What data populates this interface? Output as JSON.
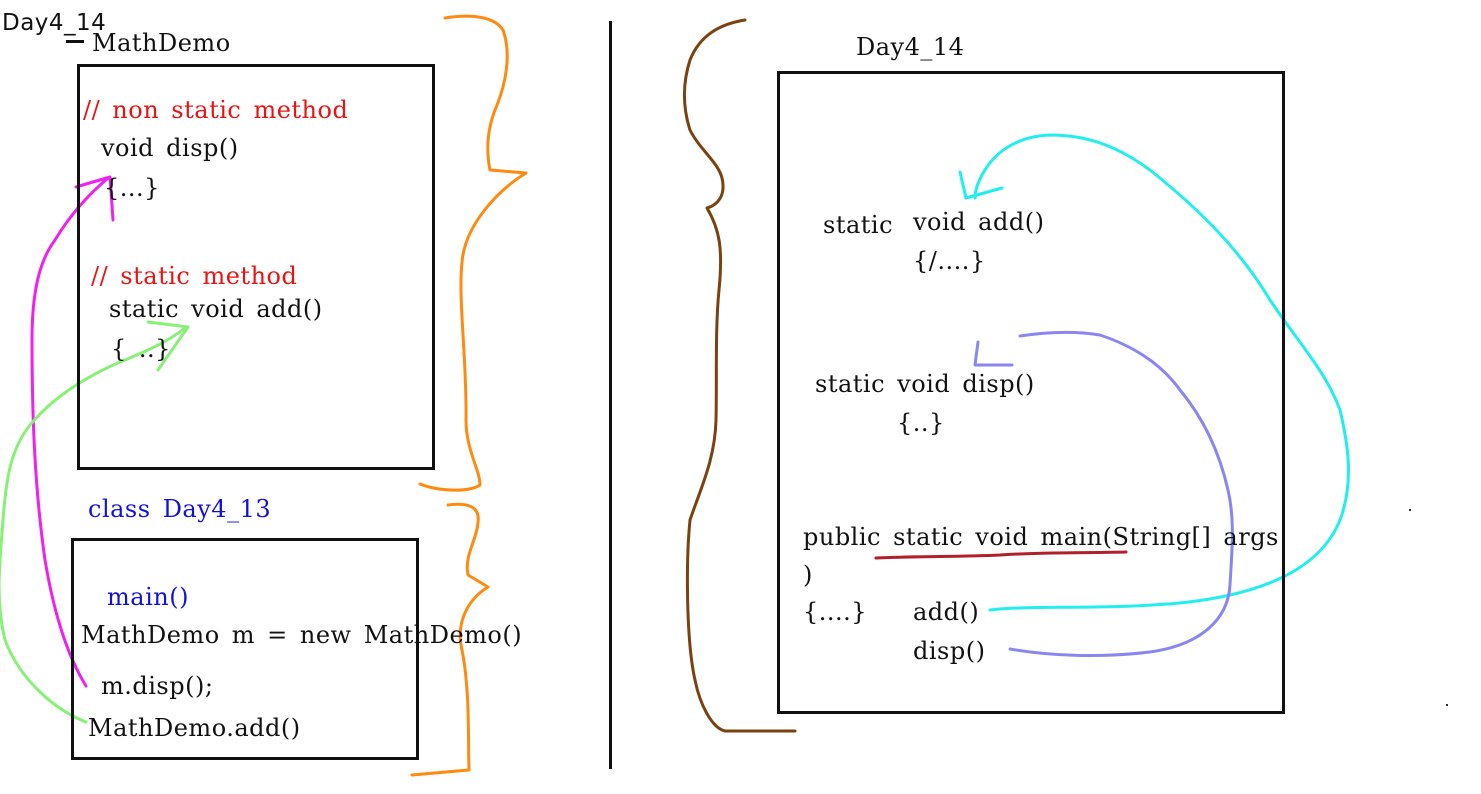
{
  "colors": {
    "ink": "#111111",
    "comment_red": "#ee1111",
    "keyword_blue": "#1111dd",
    "magenta": "#ee22ee",
    "light_green": "#88f077",
    "orange": "#ff8a10",
    "brown": "#7a4210",
    "cyan": "#22eeee",
    "periwinkle": "#8a86f0",
    "dark_red": "#b0202a"
  },
  "left": {
    "label_top": "Day4_14",
    "math_demo_label": "MathDemo",
    "math_demo": {
      "comment_non_static": "// non static method",
      "disp_signature": "void disp()",
      "disp_body": "{...}",
      "comment_static": "// static method",
      "add_signature": "static void add()",
      "add_body": "{ ..}"
    },
    "class_label": "class Day4_13",
    "day4_13": {
      "main": "main()",
      "create_object": "MathDemo m = new MathDemo()",
      "call_disp": "m.disp();",
      "call_add": "MathDemo.add()"
    }
  },
  "right": {
    "label": "Day4_14",
    "add_signature_static": "static",
    "add_signature_rest": "void add()",
    "add_body": "{/....}",
    "disp_signature": "static void disp()",
    "disp_body": "{..}",
    "main_signature": "public static void main(String[] args",
    "main_close_paren": ")",
    "main_body": "{....}",
    "call_add": "add()",
    "call_disp": "disp()"
  }
}
